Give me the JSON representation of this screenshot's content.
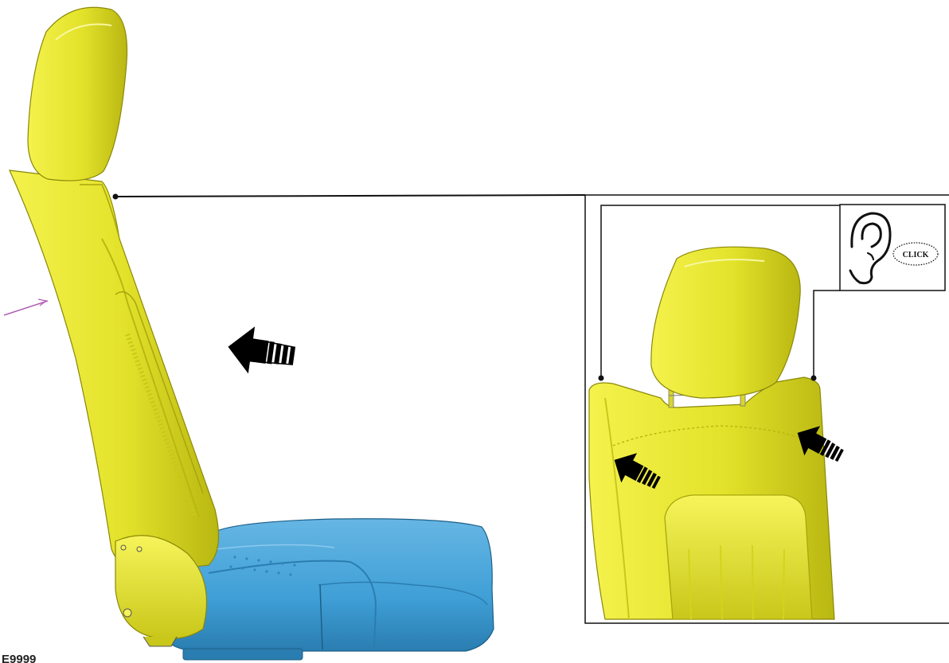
{
  "figure": {
    "number": "E9999",
    "subject": "seat-backrest-headrest-removal"
  },
  "colors": {
    "seat_trim": "#e3e22a",
    "seat_trim_shadow": "#b9b712",
    "cushion": "#3f9fd6",
    "cushion_shadow": "#2a7db0",
    "line": "#111111",
    "accent_line": "#b05fb5"
  },
  "callout": {
    "audio_indicator": {
      "icon": "ear-icon",
      "label": "CLICK"
    }
  },
  "arrows": {
    "main_view_count": 1,
    "detail_view_count": 2,
    "style": "striped-push-arrow"
  }
}
